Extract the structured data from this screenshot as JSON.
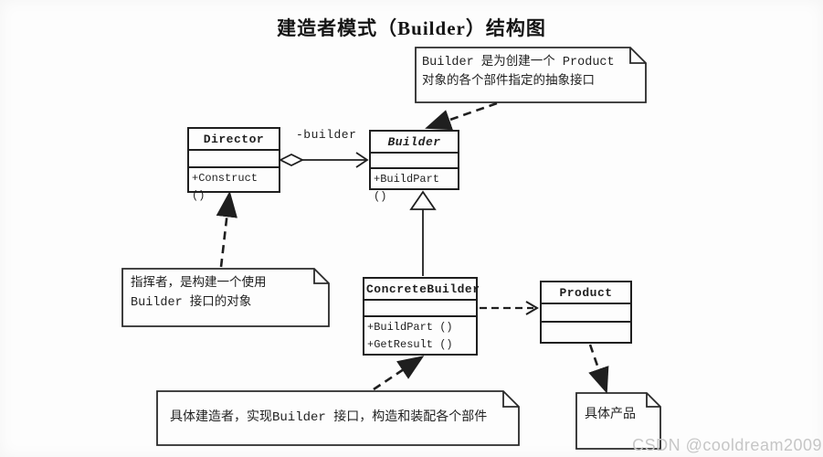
{
  "page": {
    "title": "建造者模式（Builder）结构图",
    "watermark": "CSDN @cooldream2009"
  },
  "classes": {
    "director": {
      "name": "Director",
      "methods": [
        "+Construct ()"
      ]
    },
    "builder": {
      "name": "Builder",
      "methods": [
        "+BuildPart ()"
      ]
    },
    "concrete_builder": {
      "name": "ConcreteBuilder",
      "methods": [
        "+BuildPart ()",
        "+GetResult ()"
      ]
    },
    "product": {
      "name": "Product",
      "methods": []
    }
  },
  "relationships": {
    "director_builder_label": "-builder",
    "director_builder_type": "aggregation-arrow",
    "builder_concretebuilder_type": "inheritance-hollow-triangle",
    "concretebuilder_product_type": "dashed-dependency-arrow"
  },
  "notes": {
    "builder_note": {
      "line1": "Builder 是为创建一个 Product",
      "line2": "对象的各个部件指定的抽象接口"
    },
    "director_note": {
      "line1": "指挥者，是构建一个使用",
      "line2": "Builder 接口的对象"
    },
    "concrete_builder_note": {
      "line1": "具体建造者，实现Builder 接口，构造和装配各个部件"
    },
    "product_note": {
      "line1": "具体产品"
    }
  },
  "colors": {
    "line": "#1f1f1f",
    "background": "#fdfdfd",
    "watermark": "#c6c6c6"
  }
}
